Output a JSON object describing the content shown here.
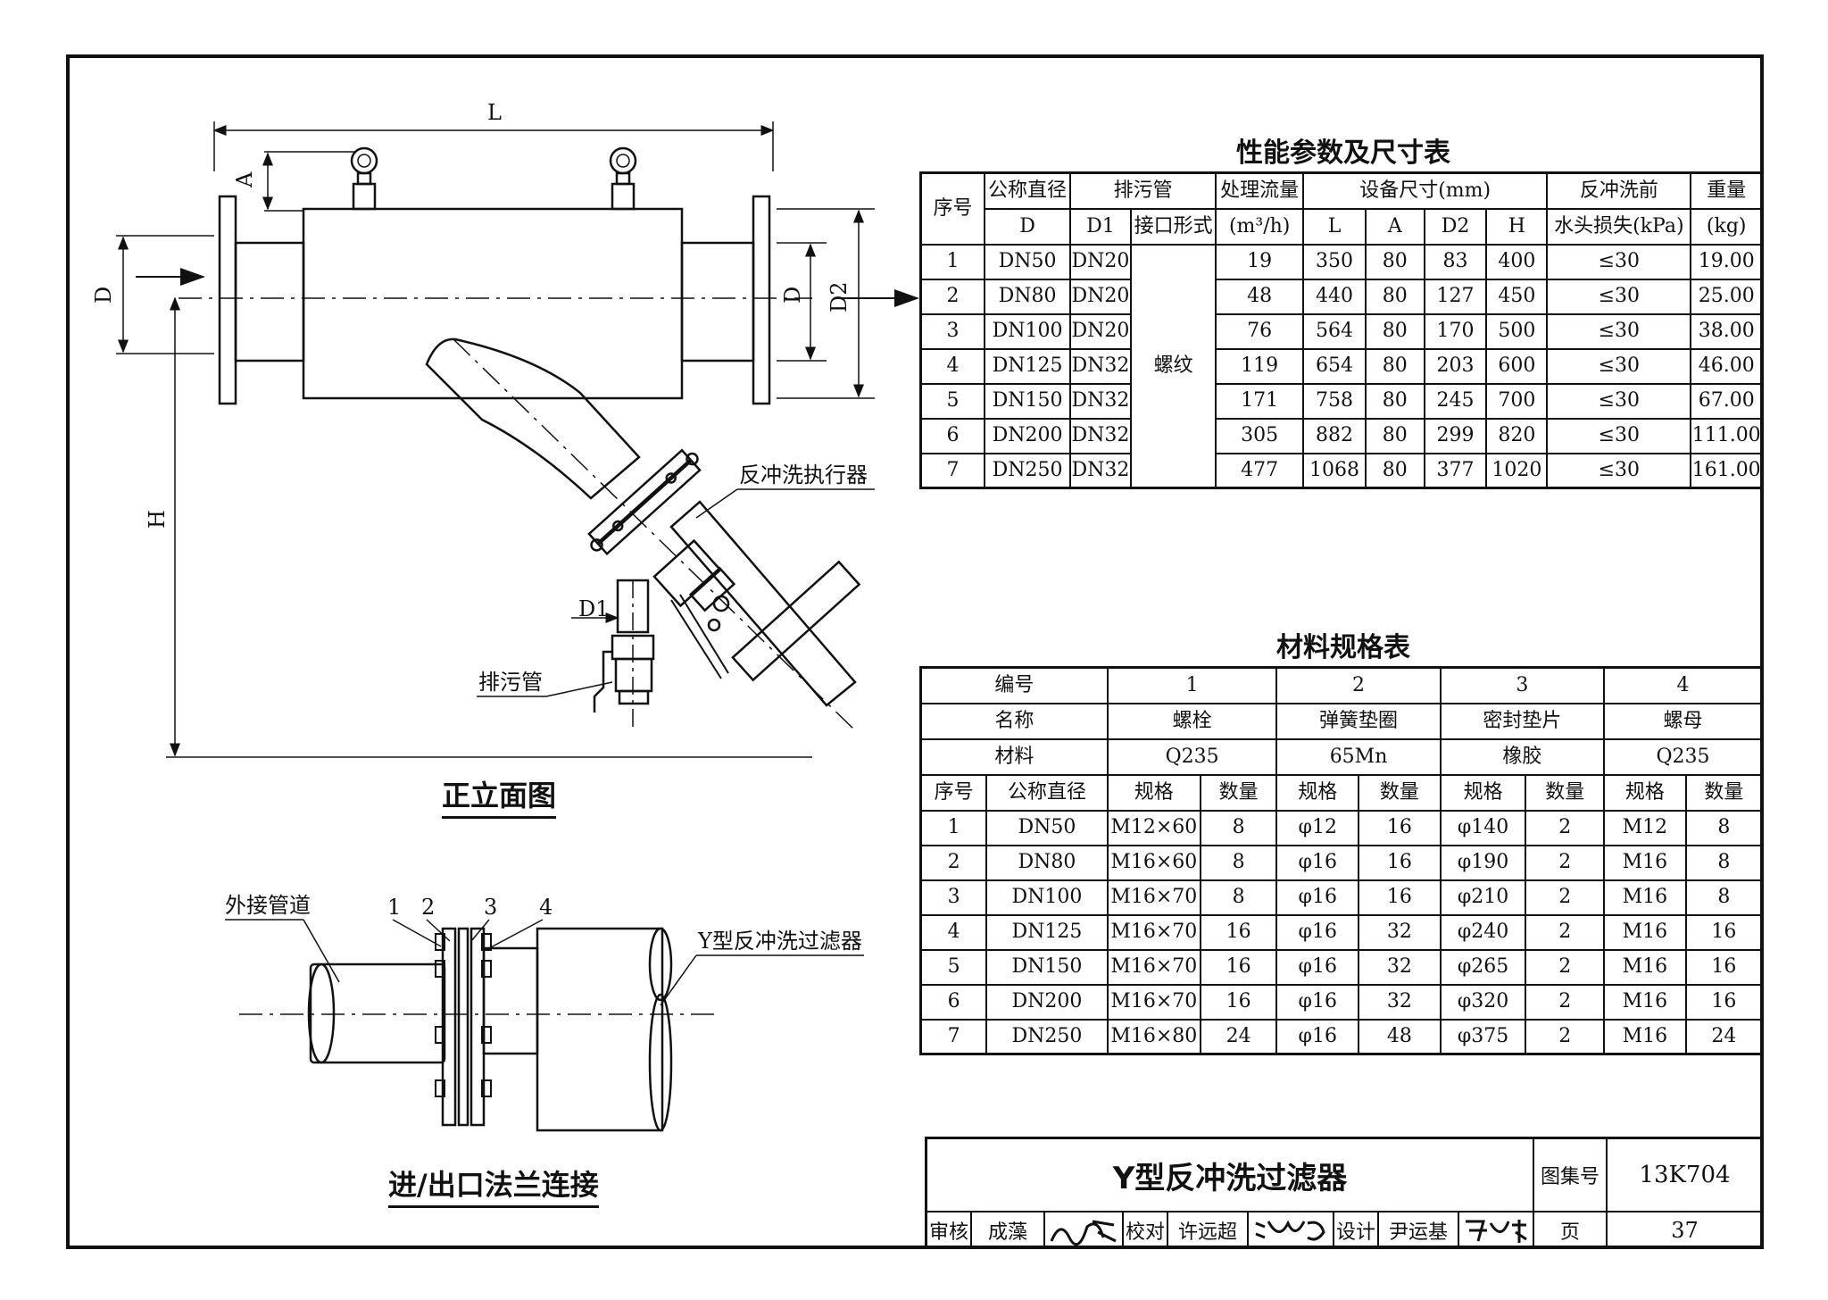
{
  "elevation": {
    "title": "正立面图",
    "dim_L": "L",
    "dim_A": "A",
    "dim_D_left": "D",
    "dim_D_right": "D",
    "dim_D2": "D2",
    "dim_H": "H",
    "dim_D1": "D1",
    "label_actuator": "反冲洗执行器",
    "label_drain": "排污管"
  },
  "flange_detail": {
    "title": "进/出口法兰连接",
    "label_external_pipe": "外接管道",
    "label_filter": "Y型反冲洗过滤器",
    "callouts": [
      "1",
      "2",
      "3",
      "4"
    ]
  },
  "performance_table": {
    "title": "性能参数及尺寸表",
    "headers": {
      "no": "序号",
      "nominal": "公称直径",
      "nominal_sub": "D",
      "drain": "排污管",
      "drain_d1": "D1",
      "drain_conn": "接口形式",
      "flow": "处理流量",
      "flow_unit": "(m³/h)",
      "dims": "设备尺寸(mm)",
      "L": "L",
      "A": "A",
      "D2": "D2",
      "H": "H",
      "headloss": "反冲洗前",
      "headloss_sub": "水头损失(kPa)",
      "weight": "重量",
      "weight_unit": "(kg)"
    },
    "connection_type": "螺纹",
    "rows": [
      {
        "no": "1",
        "d": "DN50",
        "d1": "DN20",
        "flow": "19",
        "L": "350",
        "A": "80",
        "D2": "83",
        "H": "400",
        "loss": "≤30",
        "weight": "19.00"
      },
      {
        "no": "2",
        "d": "DN80",
        "d1": "DN20",
        "flow": "48",
        "L": "440",
        "A": "80",
        "D2": "127",
        "H": "450",
        "loss": "≤30",
        "weight": "25.00"
      },
      {
        "no": "3",
        "d": "DN100",
        "d1": "DN20",
        "flow": "76",
        "L": "564",
        "A": "80",
        "D2": "170",
        "H": "500",
        "loss": "≤30",
        "weight": "38.00"
      },
      {
        "no": "4",
        "d": "DN125",
        "d1": "DN32",
        "flow": "119",
        "L": "654",
        "A": "80",
        "D2": "203",
        "H": "600",
        "loss": "≤30",
        "weight": "46.00"
      },
      {
        "no": "5",
        "d": "DN150",
        "d1": "DN32",
        "flow": "171",
        "L": "758",
        "A": "80",
        "D2": "245",
        "H": "700",
        "loss": "≤30",
        "weight": "67.00"
      },
      {
        "no": "6",
        "d": "DN200",
        "d1": "DN32",
        "flow": "305",
        "L": "882",
        "A": "80",
        "D2": "299",
        "H": "820",
        "loss": "≤30",
        "weight": "111.00"
      },
      {
        "no": "7",
        "d": "DN250",
        "d1": "DN32",
        "flow": "477",
        "L": "1068",
        "A": "80",
        "D2": "377",
        "H": "1020",
        "loss": "≤30",
        "weight": "161.00"
      }
    ]
  },
  "material_table": {
    "title": "材料规格表",
    "h_code": "编号",
    "h_name": "名称",
    "h_material": "材料",
    "h_no": "序号",
    "h_nominal": "公称直径",
    "h_spec": "规格",
    "h_qty": "数量",
    "items": [
      {
        "code": "1",
        "name": "螺栓",
        "material": "Q235"
      },
      {
        "code": "2",
        "name": "弹簧垫圈",
        "material": "65Mn"
      },
      {
        "code": "3",
        "name": "密封垫片",
        "material": "橡胶"
      },
      {
        "code": "4",
        "name": "螺母",
        "material": "Q235"
      }
    ],
    "rows": [
      {
        "no": "1",
        "d": "DN50",
        "bolt": "M12×60",
        "bq": "8",
        "wash": "φ12",
        "wq": "16",
        "gask": "φ140",
        "gq": "2",
        "nut": "M12",
        "nq": "8"
      },
      {
        "no": "2",
        "d": "DN80",
        "bolt": "M16×60",
        "bq": "8",
        "wash": "φ16",
        "wq": "16",
        "gask": "φ190",
        "gq": "2",
        "nut": "M16",
        "nq": "8"
      },
      {
        "no": "3",
        "d": "DN100",
        "bolt": "M16×70",
        "bq": "8",
        "wash": "φ16",
        "wq": "16",
        "gask": "φ210",
        "gq": "2",
        "nut": "M16",
        "nq": "8"
      },
      {
        "no": "4",
        "d": "DN125",
        "bolt": "M16×70",
        "bq": "16",
        "wash": "φ16",
        "wq": "32",
        "gask": "φ240",
        "gq": "2",
        "nut": "M16",
        "nq": "16"
      },
      {
        "no": "5",
        "d": "DN150",
        "bolt": "M16×70",
        "bq": "16",
        "wash": "φ16",
        "wq": "32",
        "gask": "φ265",
        "gq": "2",
        "nut": "M16",
        "nq": "16"
      },
      {
        "no": "6",
        "d": "DN200",
        "bolt": "M16×70",
        "bq": "16",
        "wash": "φ16",
        "wq": "32",
        "gask": "φ320",
        "gq": "2",
        "nut": "M16",
        "nq": "16"
      },
      {
        "no": "7",
        "d": "DN250",
        "bolt": "M16×80",
        "bq": "24",
        "wash": "φ16",
        "wq": "48",
        "gask": "φ375",
        "gq": "2",
        "nut": "M16",
        "nq": "24"
      }
    ]
  },
  "title_block": {
    "drawing_name": "Y型反冲洗过滤器",
    "atlas_label": "图集号",
    "atlas_no": "13K704",
    "review_label": "审核",
    "review_name": "成藻",
    "check_label": "校对",
    "check_name": "许远超",
    "design_label": "设计",
    "design_name": "尹运基",
    "page_label": "页",
    "page_no": "37"
  }
}
